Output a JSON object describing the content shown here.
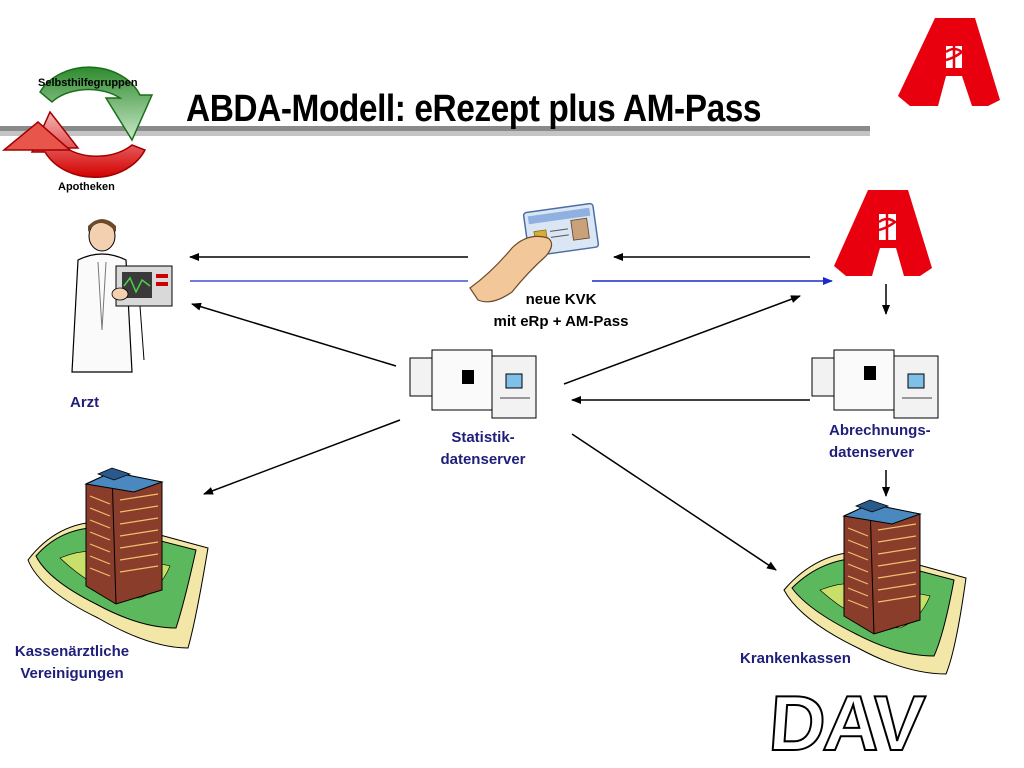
{
  "title": "ABDA-Modell: eRezept plus AM-Pass",
  "logo_cycle": {
    "top_label": "Selbsthilfegruppen",
    "bottom_label": "Apotheken"
  },
  "nodes": {
    "arzt": "Arzt",
    "card_line1": "neue KVK",
    "card_line2": "mit  eRp + AM-Pass",
    "statistik_line1": "Statistik-",
    "statistik_line2": "datenserver",
    "abrechnung_line1": "Abrechnungs-",
    "abrechnung_line2": "datenserver",
    "kv_line1": "Kassenärztliche",
    "kv_line2": "Vereinigungen",
    "krankenkassen": "Krankenkassen"
  },
  "dav_logo": "DAV",
  "colors": {
    "label_blue": "#1f1f7a",
    "apotheke_red": "#e8000e",
    "arrow_blue": "#1a2acc",
    "cycle_green": "#5cb85c",
    "cycle_red": "#e74c3c"
  }
}
